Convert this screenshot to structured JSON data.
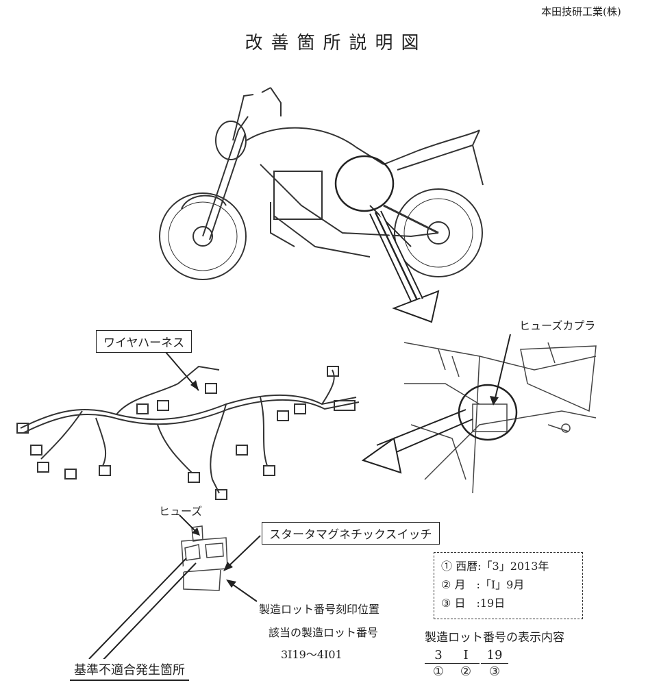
{
  "company": "本田技研工業(株)",
  "title": "改善箇所説明図",
  "labels": {
    "wire_harness": "ワイヤハーネス",
    "fuse_coupler": "ヒューズカプラ",
    "fuse": "ヒューズ",
    "starter_switch": "スタータマグネチックスイッチ",
    "lot_position": "製造ロット番号刻印位置",
    "lot_applicable": "該当の製造ロット番号",
    "lot_range": "3I19～4I01",
    "defect_location": "基準不適合発生箇所",
    "lot_display": "製造ロット番号の表示内容"
  },
  "code_legend": [
    {
      "mark": "①",
      "name": "西暦",
      "value": ":「3」2013年"
    },
    {
      "mark": "②",
      "name": "月",
      "value": ":「I」9月"
    },
    {
      "mark": "③",
      "name": "日",
      "value": ":19日"
    }
  ],
  "lot_example": [
    {
      "value": "3",
      "key": "①"
    },
    {
      "value": "I",
      "key": "②"
    },
    {
      "value": "19",
      "key": "③"
    }
  ]
}
